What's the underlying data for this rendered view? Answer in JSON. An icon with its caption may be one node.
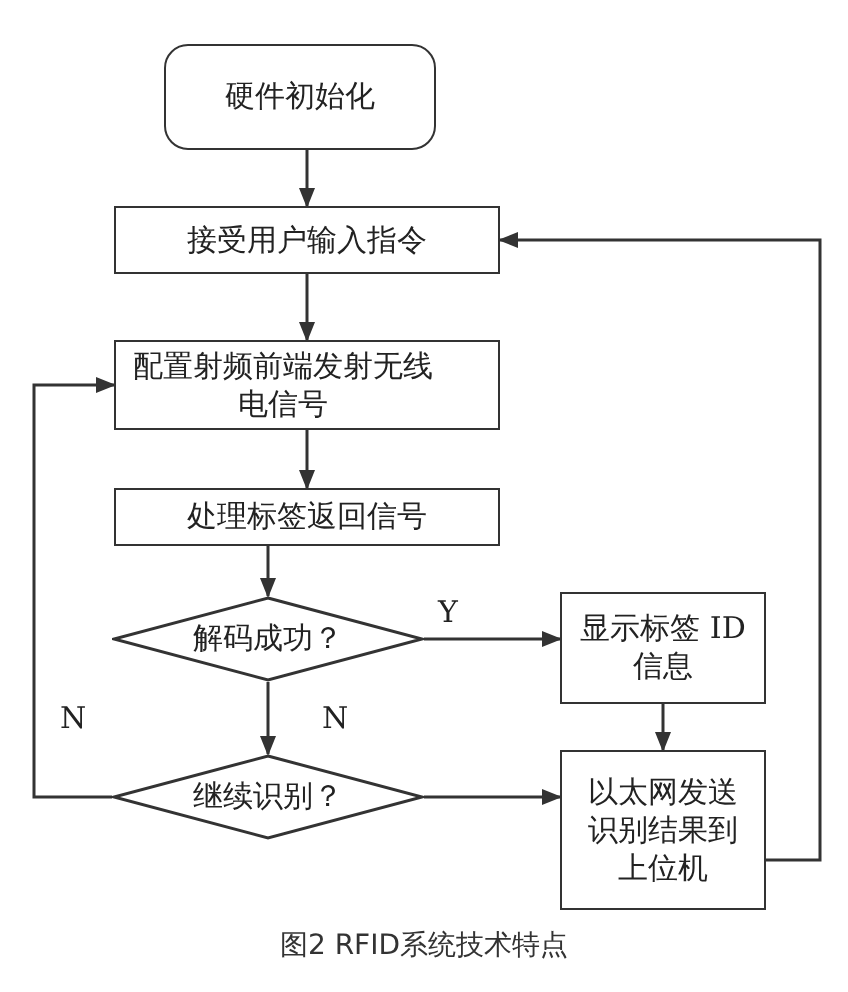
{
  "diagram": {
    "caption": "图2 RFID系统技术特点",
    "nodes": [
      {
        "text": [
          "硬件初始化"
        ]
      },
      {
        "text": [
          "接受用户输入指令"
        ]
      },
      {
        "text": [
          "配置射频前端发射无线电信号"
        ]
      },
      {
        "text": [
          "处理标签返回信号"
        ]
      },
      {
        "text": [
          "解码成功？"
        ]
      },
      {
        "text": [
          "显示标签 ID 信息"
        ]
      },
      {
        "text": [
          "继续识别？"
        ]
      },
      {
        "text": [
          "以太网发送识别结果到上位机"
        ]
      }
    ],
    "edges": [
      {
        "from": 0,
        "to": 1,
        "arrow": "to"
      },
      {
        "from": 1,
        "to": 2,
        "arrow": "to"
      },
      {
        "from": 2,
        "to": 3,
        "arrow": "to"
      },
      {
        "from": 3,
        "to": 4,
        "arrow": "to"
      },
      {
        "from": 4,
        "to": 5,
        "arrow": "to",
        "label": "Y"
      },
      {
        "from": 4,
        "to": 6,
        "arrow": "to",
        "label": "N"
      },
      {
        "from": 5,
        "to": 7,
        "arrow": "to"
      },
      {
        "from": 6,
        "to": 7,
        "arrow": "to"
      },
      {
        "from": 6,
        "to": 2,
        "arrow": "to",
        "label": "N"
      },
      {
        "from": 7,
        "to": 1,
        "arrow": "to"
      }
    ]
  }
}
